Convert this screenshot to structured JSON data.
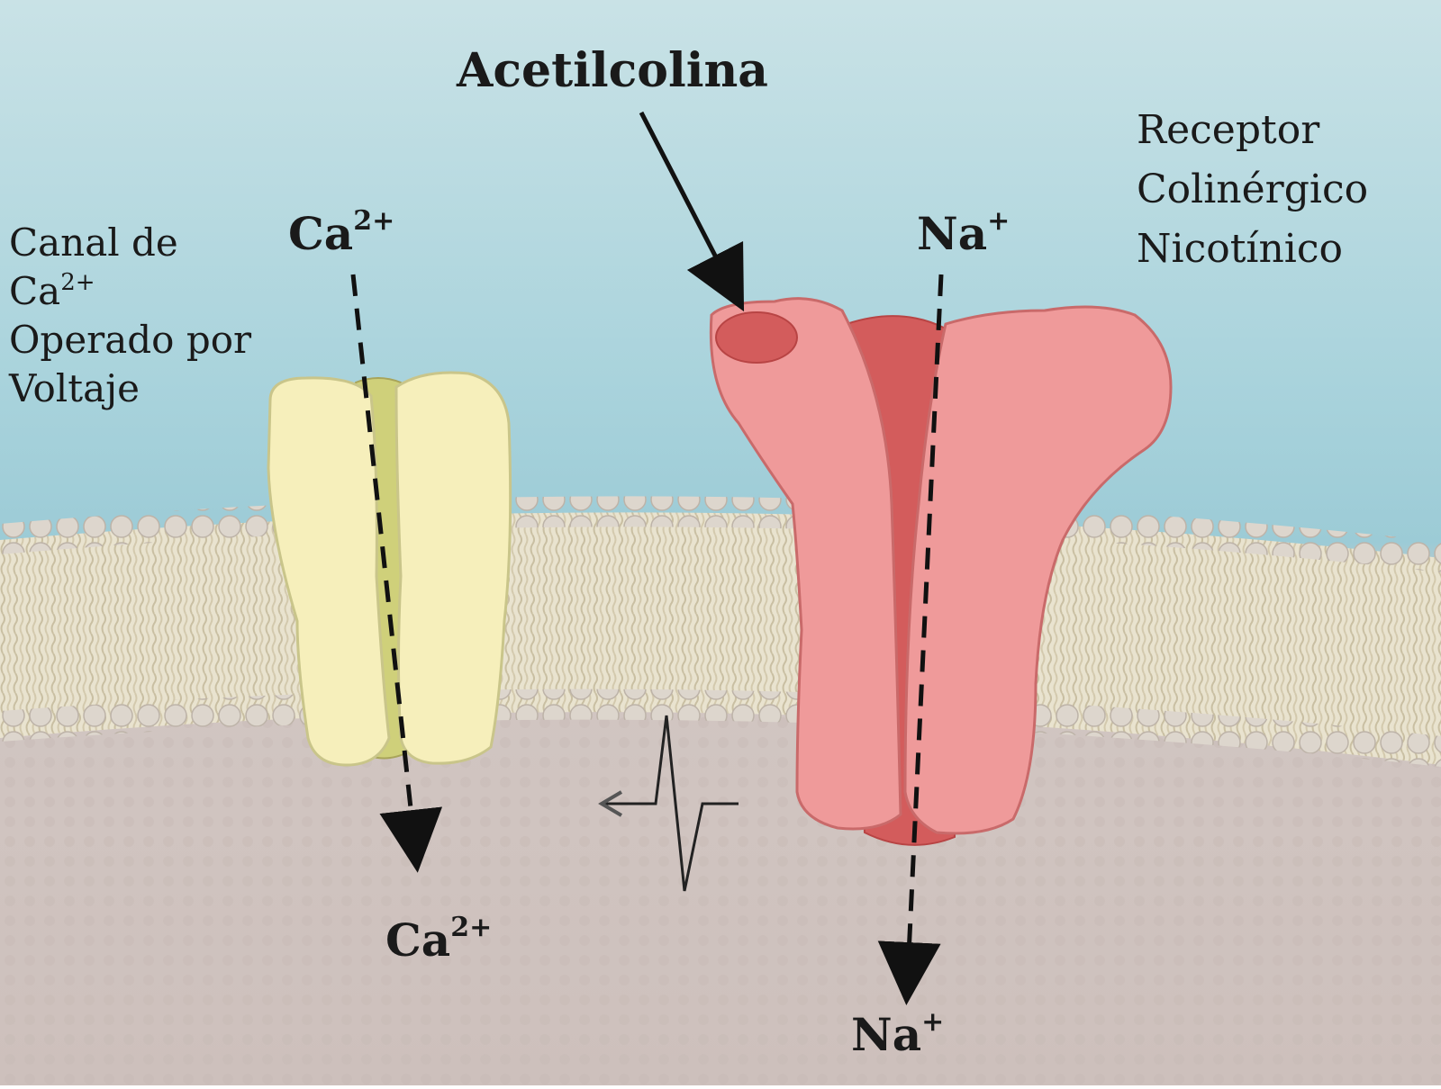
{
  "labels": {
    "ligand": "Acetilcolina",
    "receptor_lines": [
      "Receptor",
      "Colinérgico",
      "Nicotínico"
    ],
    "channel_lines": [
      "Canal de",
      "Ca",
      "Operado por",
      "Voltaje"
    ],
    "channel_sup": "2+",
    "ca_top": "Ca",
    "ca_top_sup": "2+",
    "ca_bottom": "Ca",
    "ca_bottom_sup": "2+",
    "na_top": "Na",
    "na_top_sup": "+",
    "na_bottom": "Na",
    "na_bottom_sup": "+"
  },
  "colors": {
    "extracellular": "#a9d3dc",
    "intracellular": "#c9bdb9",
    "channel_fill": "#f6efbb",
    "receptor_fill": "#ef9a9a",
    "receptor_dark": "#d35c5c"
  },
  "icons": [
    "dashed-arrow-icon",
    "action-potential-icon",
    "arrow-icon"
  ]
}
